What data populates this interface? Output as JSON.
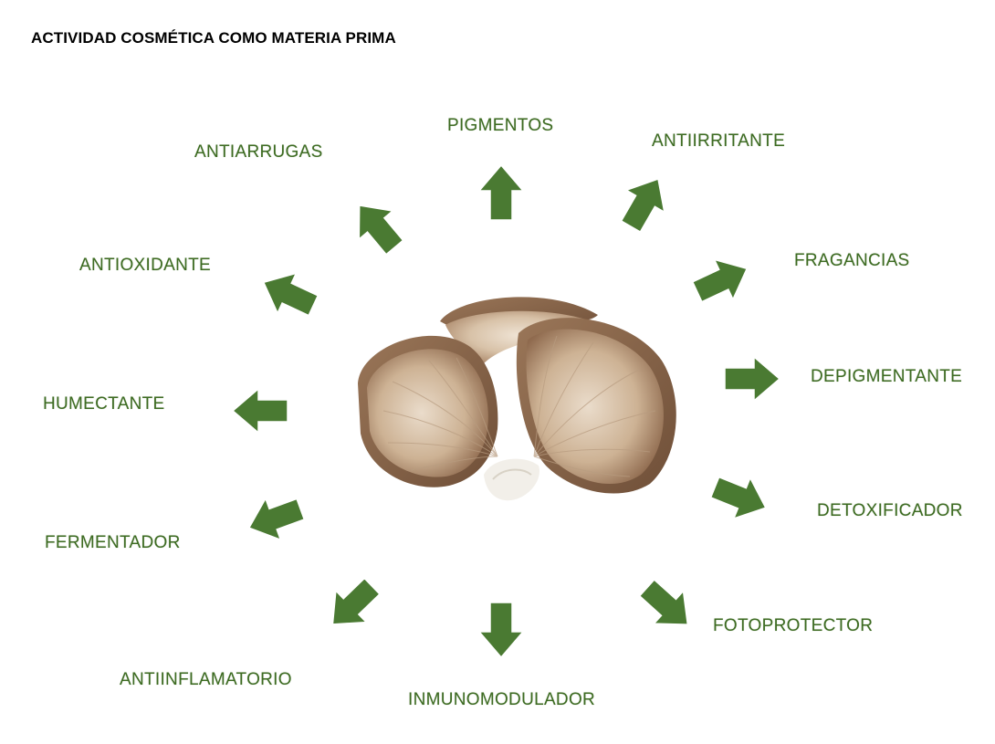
{
  "title": "ACTIVIDAD COSMÉTICA COMO MATERIA PRIMA",
  "colors": {
    "label_green": "#3d6b22",
    "arrow_green": "#4a7a32",
    "arrow_outline": "#ffffff"
  },
  "center_image": {
    "icon": "oyster-mushroom-icon"
  },
  "activities": [
    {
      "id": "pigmentos",
      "label": "PIGMENTOS"
    },
    {
      "id": "antiirritante",
      "label": "ANTIIRRITANTE"
    },
    {
      "id": "fragancias",
      "label": "FRAGANCIAS"
    },
    {
      "id": "depigmentante",
      "label": "DEPIGMENTANTE"
    },
    {
      "id": "detoxificador",
      "label": "DETOXIFICADOR"
    },
    {
      "id": "fotoprotector",
      "label": "FOTOPROTECTOR"
    },
    {
      "id": "inmunomodulador",
      "label": "INMUNOMODULADOR"
    },
    {
      "id": "antiinflamatorio",
      "label": "ANTIINFLAMATORIO"
    },
    {
      "id": "fermentador",
      "label": "FERMENTADOR"
    },
    {
      "id": "humectante",
      "label": "HUMECTANTE"
    },
    {
      "id": "antioxidante",
      "label": "ANTIOXIDANTE"
    },
    {
      "id": "antiarrugas",
      "label": "ANTIARRUGAS"
    }
  ]
}
